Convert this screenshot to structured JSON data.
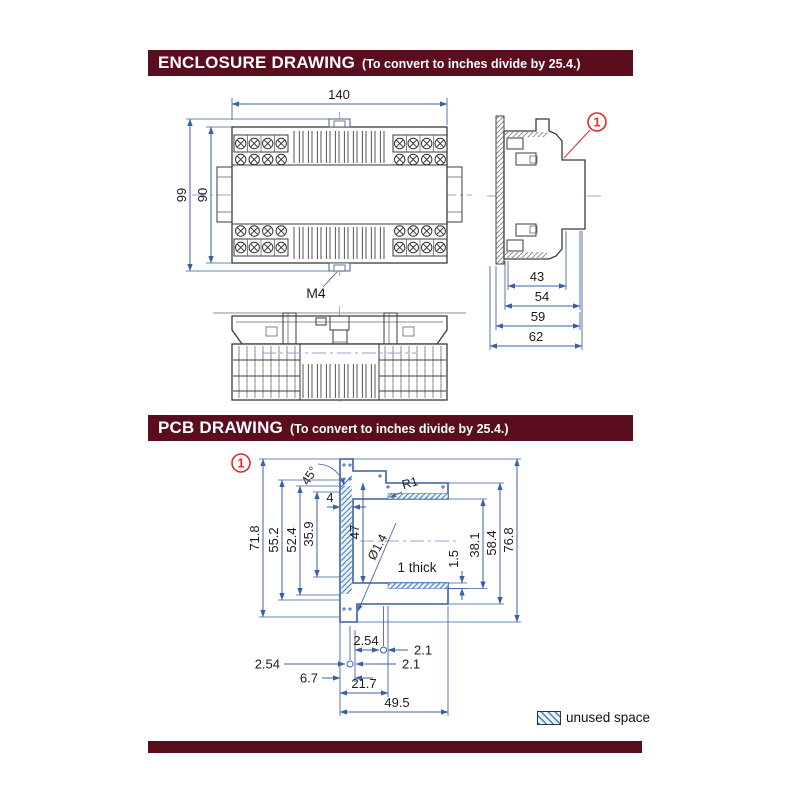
{
  "headers": {
    "enclosure": {
      "title": "ENCLOSURE DRAWING",
      "subtitle": "(To convert to inches divide by 25.4.)"
    },
    "pcb": {
      "title": "PCB DRAWING",
      "subtitle": "(To convert to inches divide by 25.4.)"
    }
  },
  "enclosure": {
    "front": {
      "width": "140",
      "height_overall": "99",
      "height_body": "90",
      "screw": "M4"
    },
    "side": {
      "callout": "1",
      "depth_inner": "43",
      "depth_mid": "54",
      "depth_outer": "59",
      "depth_total": "62"
    }
  },
  "pcb": {
    "callout": "1",
    "left": {
      "h1": "71.8",
      "h2": "55.2",
      "h3": "52.4",
      "h4": "35.9"
    },
    "center": {
      "slot": "47",
      "strip": "4",
      "chamfer": "45°",
      "fillet": "R1",
      "hole": "Ø1.4",
      "thick": "1 thick"
    },
    "right": {
      "r1": "1.5",
      "r2": "38.1",
      "r3": "58.4",
      "r4": "76.8"
    },
    "bottom": {
      "p1": "2.54",
      "o1": "2.1",
      "p2": "2.54",
      "o2": "2.1",
      "b1": "6.7",
      "b2": "21.7",
      "b3": "49.5"
    }
  },
  "legend": {
    "label": "unused space"
  },
  "colors": {
    "header_bar": "#5a0e1d",
    "dimension_blue": "#3b5fa5",
    "callout_red": "#e02a2a",
    "hatch_blue": "#4a7fb5"
  }
}
